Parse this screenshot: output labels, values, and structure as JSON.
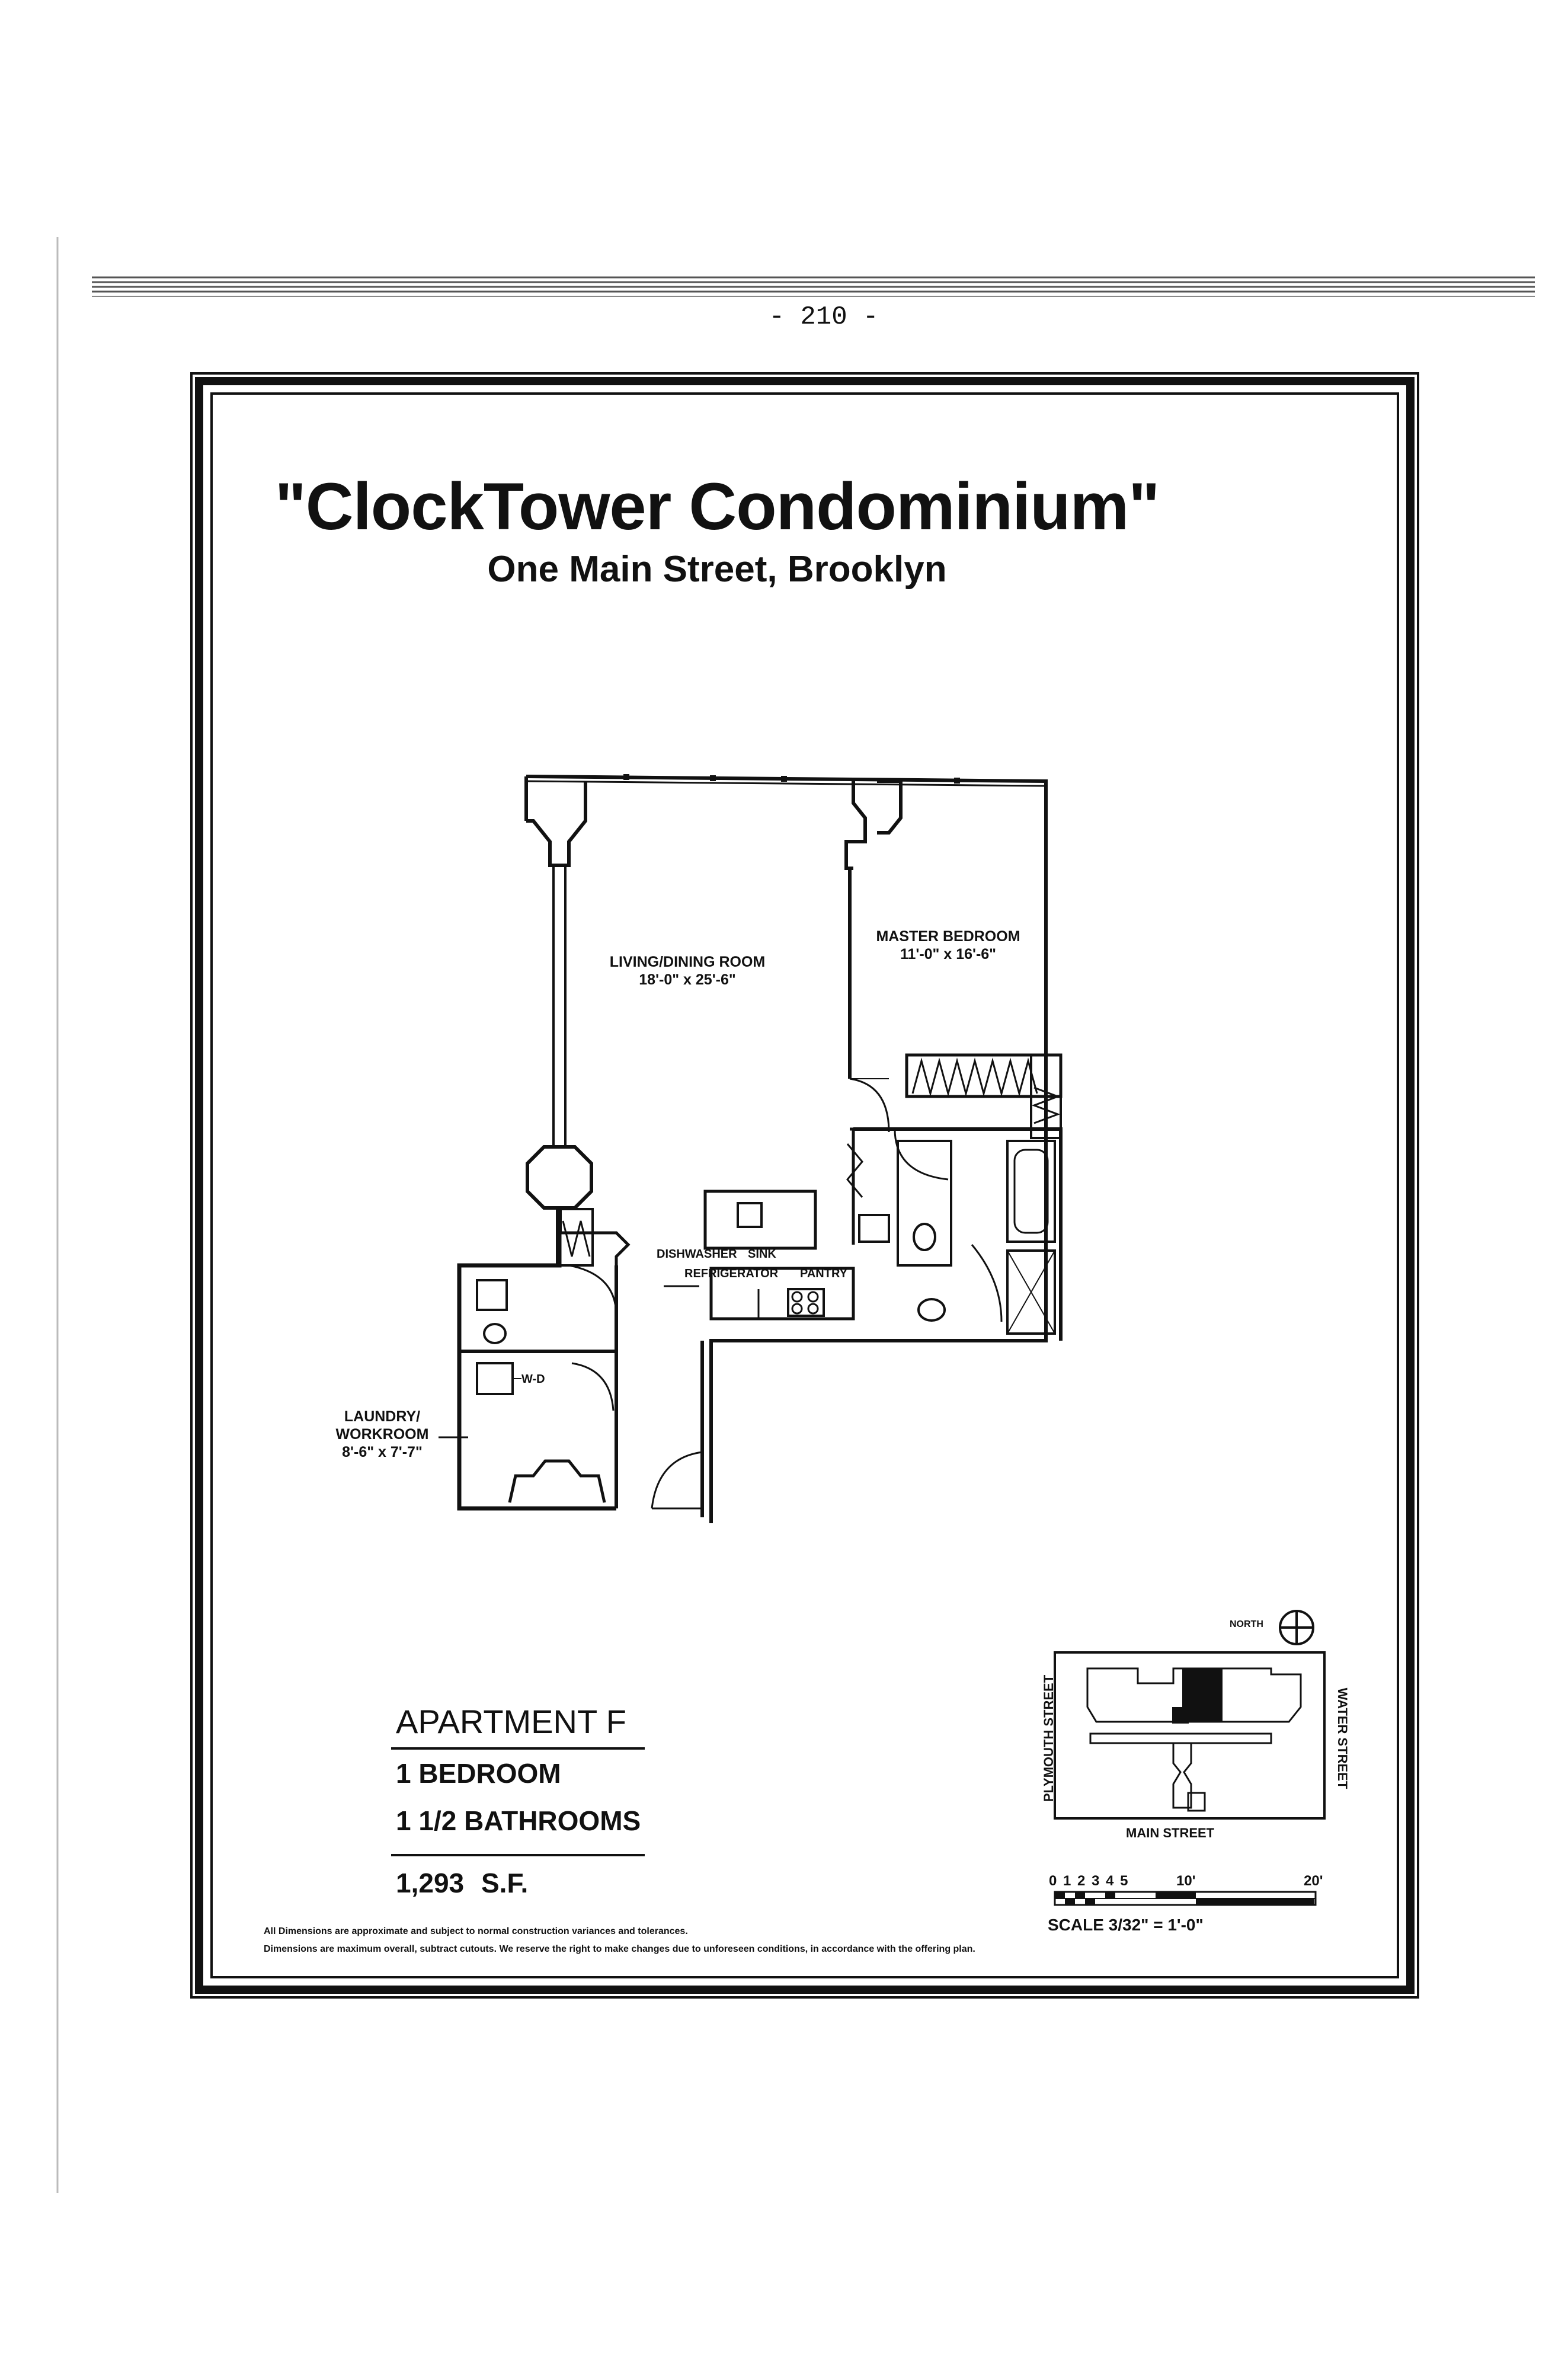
{
  "page_number": "- 210 -",
  "title": "\"ClockTower Condominium\"",
  "address": "One Main Street, Brooklyn",
  "rooms": {
    "living": {
      "name": "LIVING/DINING ROOM",
      "dims": "18'-0\" x 25'-6\""
    },
    "master": {
      "name": "MASTER BEDROOM",
      "dims": "11'-0\" x 16'-6\""
    },
    "laundry": {
      "name_1": "LAUNDRY/",
      "name_2": "WORKROOM",
      "dims": "8'-6\" x 7'-7\""
    }
  },
  "fixtures": {
    "dishwasher": "DISHWASHER",
    "sink": "SINK",
    "refrigerator": "REFRIGERATOR",
    "pantry": "PANTRY",
    "wd": "W-D"
  },
  "apartment": {
    "name": "APARTMENT F",
    "bedrooms": "1 BEDROOM",
    "bathrooms": "1 1/2 BATHROOMS",
    "area_value": "1,293",
    "area_unit": "S.F."
  },
  "key_plan": {
    "north": "NORTH",
    "west_street": "PLYMOUTH STREET",
    "east_street": "WATER STREET",
    "south_street": "MAIN STREET"
  },
  "scale": {
    "ticks": "0 1 2 3 4 5",
    "mark_10": "10'",
    "mark_20": "20'",
    "label": "SCALE 3/32\" = 1'-0\""
  },
  "notes": {
    "line1": "All Dimensions are approximate and subject to normal construction variances and tolerances.",
    "line2": "Dimensions are maximum overall, subtract cutouts.  We reserve the right to make changes due to unforeseen conditions, in accordance with the offering plan."
  }
}
